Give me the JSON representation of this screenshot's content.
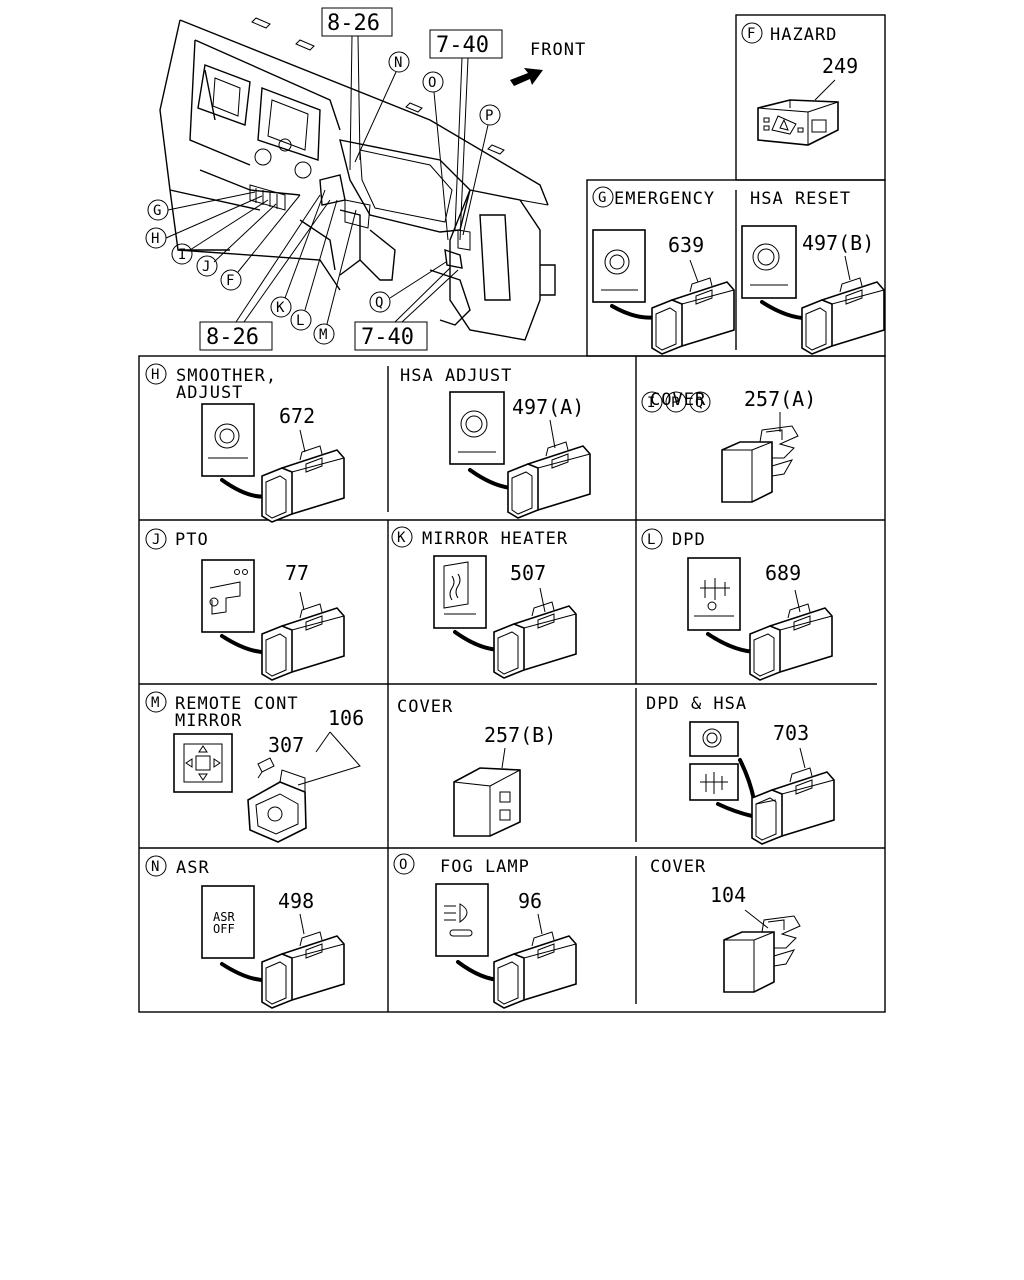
{
  "overview": {
    "ref_top": "8-26",
    "ref_top_right": "7-40",
    "ref_bottom_left": "8-26",
    "ref_bottom_right": "7-40",
    "front_label": "FRONT",
    "callouts": [
      "G",
      "H",
      "I",
      "J",
      "F",
      "K",
      "L",
      "M",
      "N",
      "O",
      "P",
      "Q"
    ]
  },
  "panels": {
    "F": {
      "letters": [
        "F"
      ],
      "title": "HAZARD",
      "part": "249"
    },
    "G": {
      "letters": [
        "G"
      ],
      "title": "EMERGENCY",
      "part": "639"
    },
    "hsa_reset": {
      "title": "HSA RESET",
      "part": "497(B)"
    },
    "H": {
      "letters": [
        "H"
      ],
      "title": "SMOOTHER,",
      "title2": "ADJUST",
      "part": "672"
    },
    "hsa_adjust": {
      "title": "HSA ADJUST",
      "part": "497(A)"
    },
    "IPQ": {
      "letters": [
        "I",
        "P",
        "Q"
      ],
      "title": "COVER",
      "part": "257(A)"
    },
    "J": {
      "letters": [
        "J"
      ],
      "title": "PTO",
      "part": "77"
    },
    "K": {
      "letters": [
        "K"
      ],
      "title": "MIRROR HEATER",
      "part": "507"
    },
    "L": {
      "letters": [
        "L"
      ],
      "title": "DPD",
      "part": "689"
    },
    "M": {
      "letters": [
        "M"
      ],
      "title": "REMOTE CONT",
      "title2": "MIRROR",
      "part": "106",
      "part2": "307"
    },
    "cover_b": {
      "title": "COVER",
      "part": "257(B)"
    },
    "dpd_hsa": {
      "title": "DPD & HSA",
      "part": "703"
    },
    "N": {
      "letters": [
        "N"
      ],
      "title": "ASR",
      "part": "498",
      "face_text": "ASR",
      "face_text2": "OFF"
    },
    "O": {
      "letters": [
        "O"
      ],
      "title": "FOG LAMP",
      "part": "96"
    },
    "cover_104": {
      "title": "COVER",
      "part": "104"
    }
  }
}
